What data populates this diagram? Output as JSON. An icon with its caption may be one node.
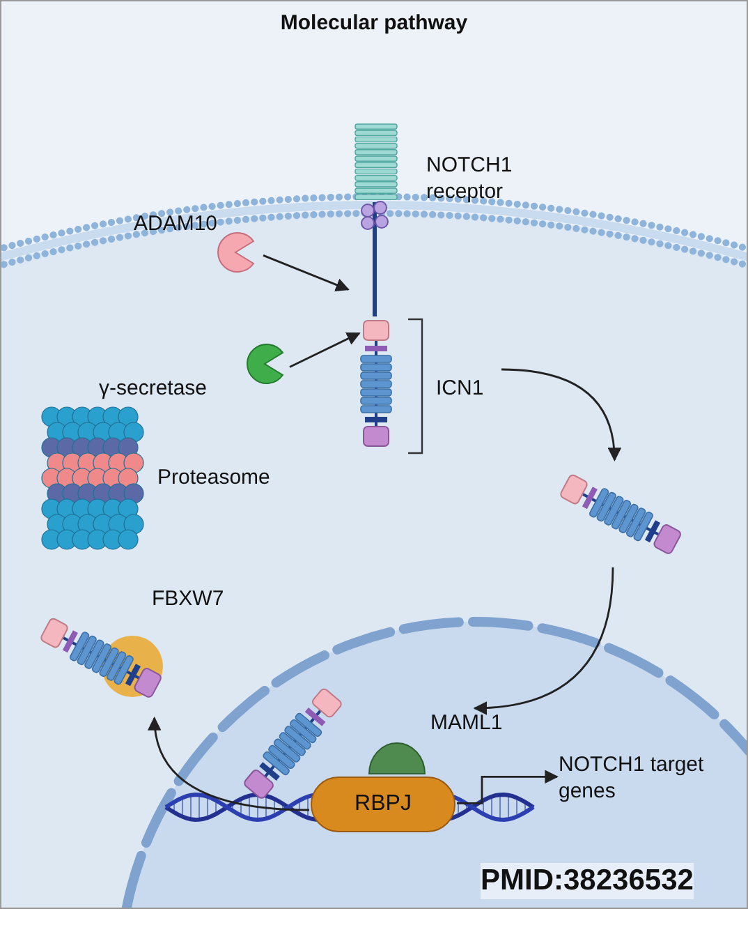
{
  "diagram": {
    "title": "Molecular pathway",
    "nodes": [
      {
        "text": [
          "NOTCH1 receptor"
        ]
      },
      {
        "text": [
          "ADAM10"
        ]
      },
      {
        "text": [
          "γ-secretase"
        ]
      },
      {
        "text": [
          "ICN1"
        ]
      },
      {
        "text": [],
        "shape": "picture"
      },
      {
        "text": [
          "RBPJ"
        ]
      },
      {
        "text": [
          "MAML1"
        ]
      },
      {
        "text": [
          "NOTCH1 target genes"
        ]
      },
      {
        "text": [
          "FBXW7"
        ]
      },
      {
        "text": [
          "Proteasome"
        ]
      }
    ],
    "edges": [
      {
        "from": 1,
        "to": 0,
        "arrow": "to"
      },
      {
        "from": 2,
        "to": 3,
        "arrow": "to"
      },
      {
        "from": 3,
        "to": 4,
        "arrow": "to"
      },
      {
        "from": 4,
        "to": 6,
        "arrow": "to"
      },
      {
        "from": 5,
        "to": 7,
        "arrow": "to"
      },
      {
        "from": 5,
        "to": 8,
        "arrow": "to"
      }
    ],
    "labels": [
      "PMID:38236532"
    ]
  }
}
